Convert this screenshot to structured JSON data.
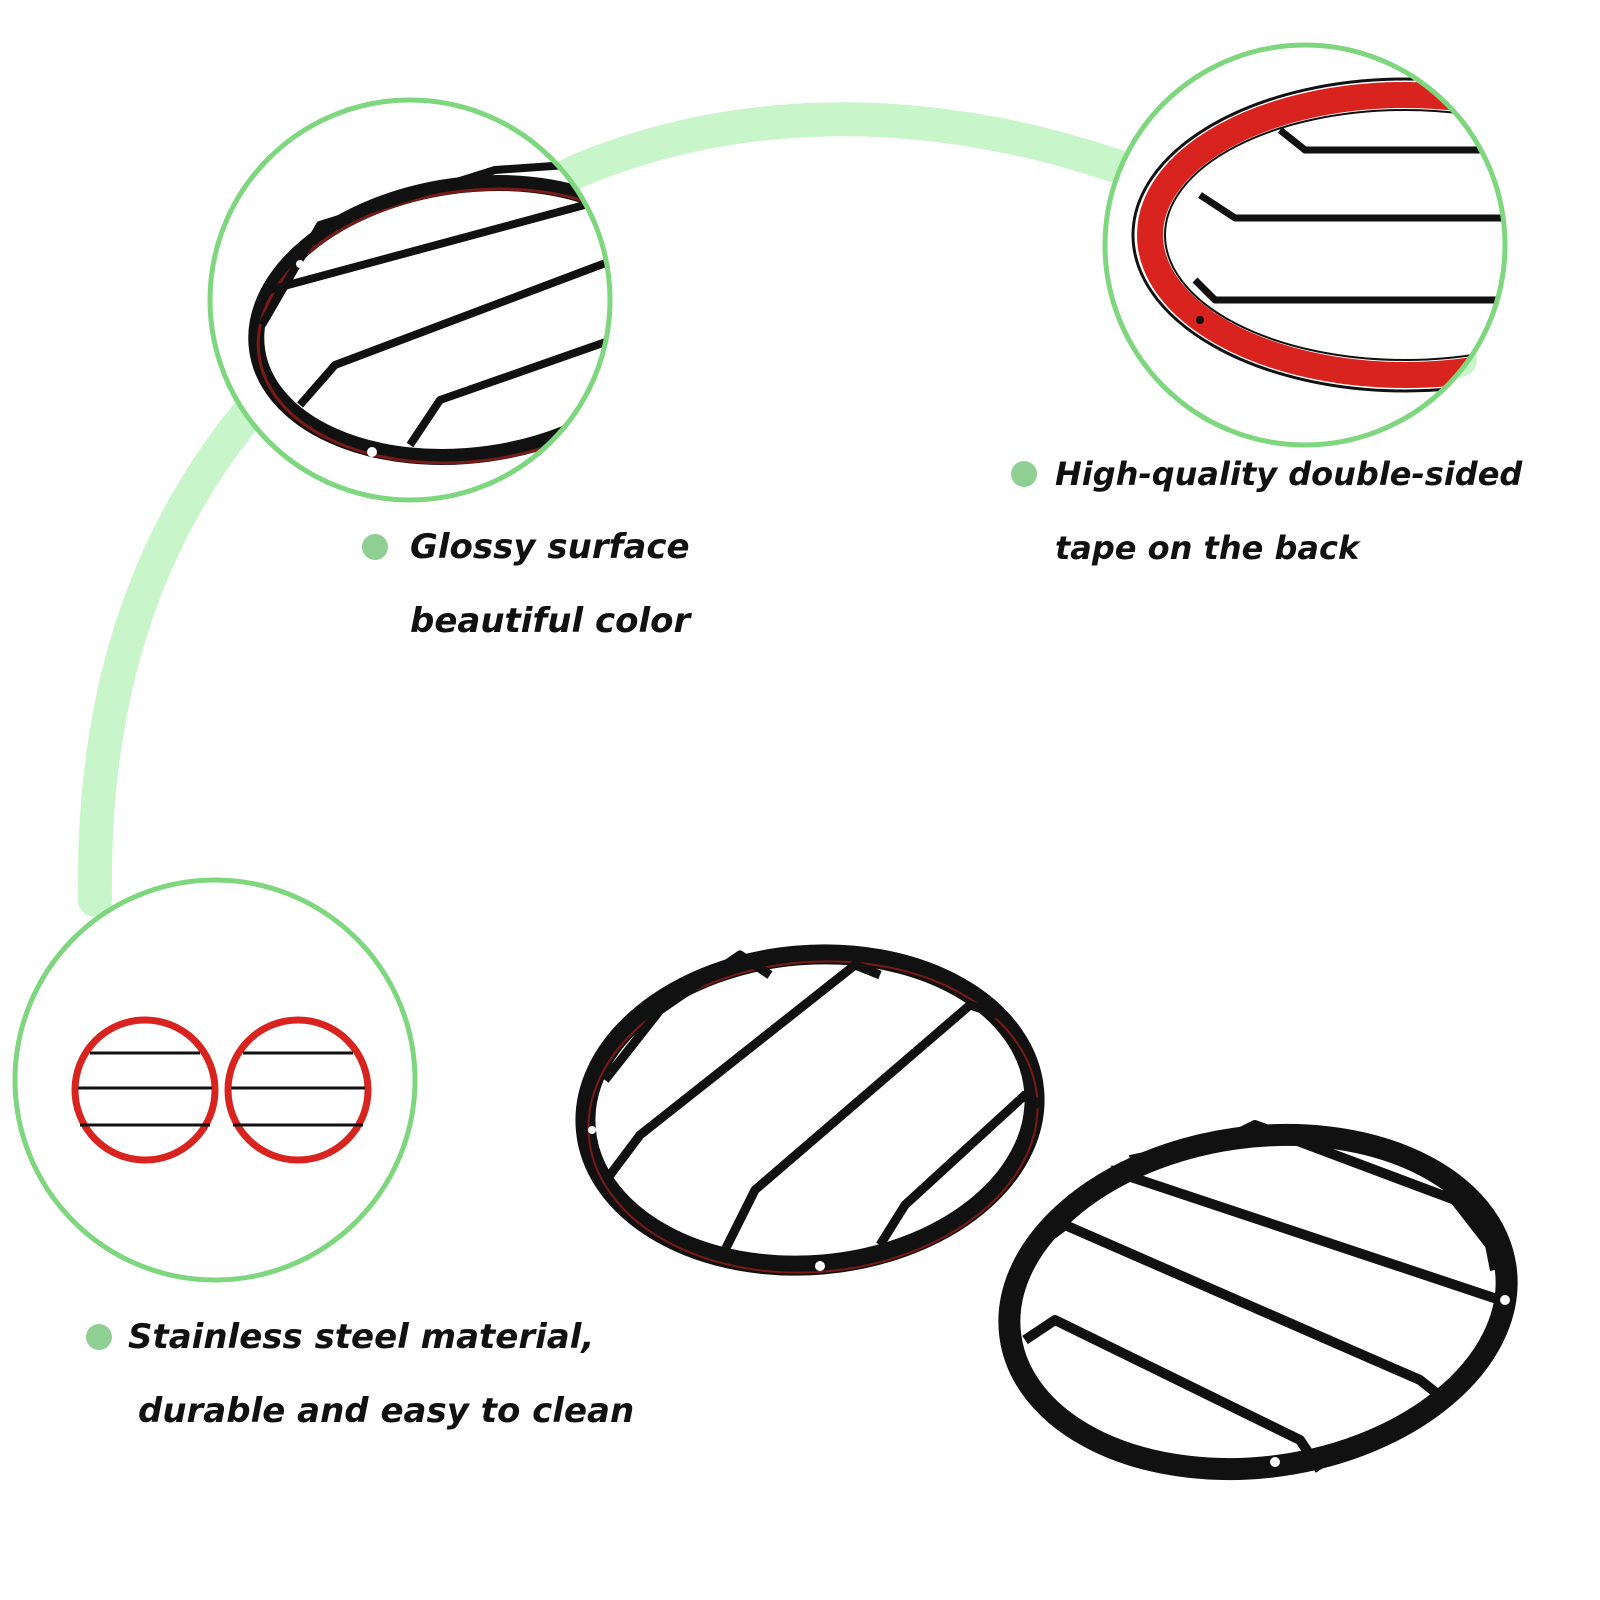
{
  "colors": {
    "arc": "#c8f5c9",
    "ring": "#7ed77f",
    "dot": "#8fcf94",
    "steel": "#111111",
    "tape": "#d8231f",
    "text": "#111111"
  },
  "features": [
    {
      "lines": [
        "Glossy surface",
        "beautiful color"
      ]
    },
    {
      "lines": [
        "High-quality double-sided",
        "tape on the back"
      ]
    },
    {
      "lines": [
        "Stainless steel material,",
        "durable and easy to clean"
      ]
    }
  ]
}
